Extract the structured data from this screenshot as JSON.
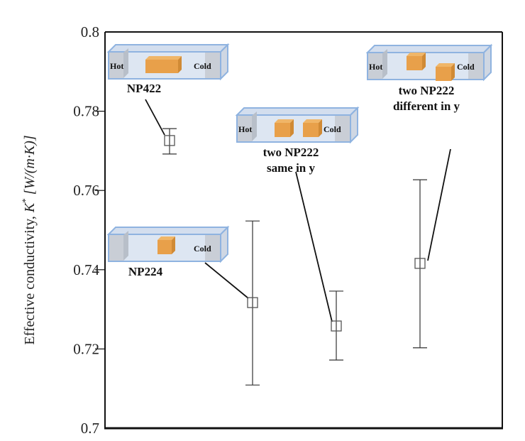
{
  "chart_data": {
    "type": "scatter",
    "title": "",
    "xlabel": "",
    "ylabel": "Effective conductivity, K* [W/(m·K)]",
    "ylabel_parts": {
      "prefix": "Effective conductivity, ",
      "symbol": "K",
      "superscript": "*",
      "unit": " [W/(m·K)]"
    },
    "ylim": [
      0.7,
      0.8
    ],
    "yticks": [
      0.7,
      0.72,
      0.74,
      0.76,
      0.78,
      0.8
    ],
    "ytick_labels": [
      "0.7",
      "0.72",
      "0.74",
      "0.76",
      "0.78",
      "0.8"
    ],
    "grid": false,
    "legend": "none",
    "marker": "open-square",
    "points": [
      {
        "name": "NP422",
        "label_lines": [
          "NP422"
        ],
        "value": 0.7726,
        "err_low": 0.7692,
        "err_high": 0.7756,
        "particles": "one elongated particle (4x2x2) centered",
        "hot_label": "Hot",
        "cold_label": "Cold"
      },
      {
        "name": "NP224",
        "label_lines": [
          "NP224"
        ],
        "value": 0.7317,
        "err_low": 0.7109,
        "err_high": 0.7523,
        "particles": "one cube-like particle (2x2x4)",
        "hot_label": "",
        "cold_label": "Cold"
      },
      {
        "name": "two NP222 same in y",
        "label_lines": [
          "two NP222",
          "same in y"
        ],
        "value": 0.7258,
        "err_low": 0.7172,
        "err_high": 0.7346,
        "particles": "two cubes at same y",
        "hot_label": "Hot",
        "cold_label": "Cold"
      },
      {
        "name": "two NP222 different in y",
        "label_lines": [
          "two  NP222",
          "different in y"
        ],
        "value": 0.7416,
        "err_low": 0.7203,
        "err_high": 0.7627,
        "particles": "two cubes at different y",
        "hot_label": "Hot",
        "cold_label": "Cold"
      }
    ]
  },
  "colors": {
    "axis": "#111111",
    "errorbar": "#333333",
    "marker": "#555555",
    "channel_fill": "#dde6f2",
    "channel_edge": "#8fb3e0",
    "end_cap_fill": "#c9ced6",
    "particle": "#e8a04a",
    "particle_dark": "#d08a35"
  }
}
